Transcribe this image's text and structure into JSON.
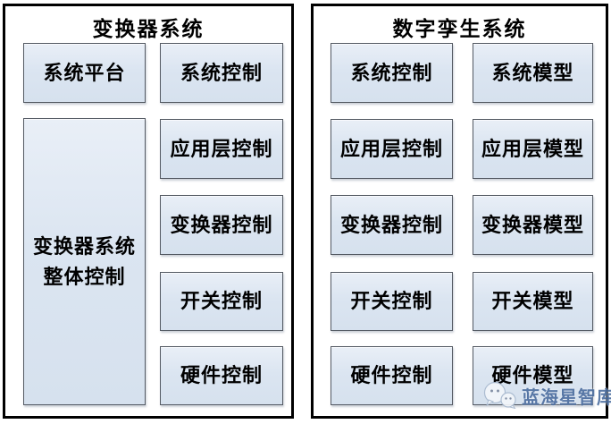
{
  "panels": [
    {
      "title": "变换器系统",
      "col1_top": {
        "label": "系统平台"
      },
      "col1_tall": {
        "label": "变换器系统整体控制",
        "line1": "变换器系统",
        "line2": "整体控制"
      },
      "col2": [
        {
          "label": "系统控制"
        },
        {
          "label": "应用层控制"
        },
        {
          "label": "变换器控制"
        },
        {
          "label": "开关控制"
        },
        {
          "label": "硬件控制"
        }
      ]
    },
    {
      "title": "数字孪生系统",
      "col1": [
        {
          "label": "系统控制"
        },
        {
          "label": "应用层控制"
        },
        {
          "label": "变换器控制"
        },
        {
          "label": "开关控制"
        },
        {
          "label": "硬件控制"
        }
      ],
      "col2": [
        {
          "label": "系统模型"
        },
        {
          "label": "应用层模型"
        },
        {
          "label": "变换器模型"
        },
        {
          "label": "开关模型"
        },
        {
          "label": "硬件模型"
        }
      ]
    }
  ],
  "watermark": {
    "label": "蓝海星智库",
    "icon": "chat-bubbles-icon"
  },
  "colors": {
    "node_fill": "#dbe5f1",
    "node_border": "#545a63",
    "outer_border": "#000000",
    "text": "#000000",
    "watermark_text": "#4e6fa0"
  }
}
